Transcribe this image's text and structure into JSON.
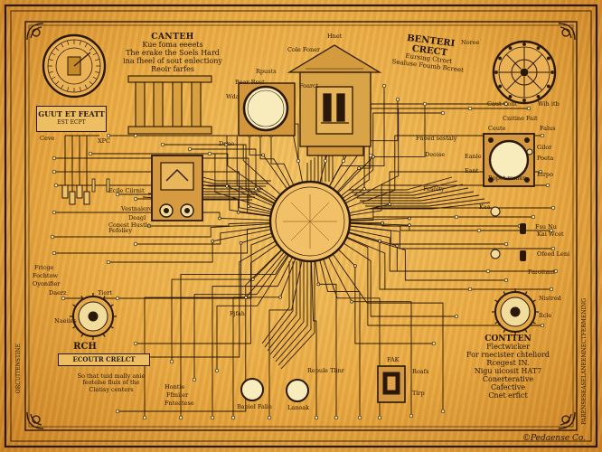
{
  "title_block": {
    "heading": "CANTEH",
    "lines": [
      "Kue foma eeeets",
      "The erake the Soels Hard",
      "ina fheel of sout enlectiony",
      "Reoir farfes"
    ]
  },
  "subtitle_block": {
    "heading": "BENTERI CRECT",
    "lines": [
      "Eursing Ctrort",
      "Sealuse Foumb Bcreet"
    ]
  },
  "left_plate": {
    "line1": "GUUT ET FEATT",
    "line2": "EST ECPT"
  },
  "bottom_left": {
    "heading": "RCH",
    "plate": "ECOUTR CRELCT",
    "lines": [
      "So that tuid mally anie",
      "feotelse fluix of the",
      "Clatisy centers"
    ]
  },
  "bottom_right": {
    "lines": [
      "CONTTEN",
      "Flectwicker",
      "For rnecister chteliord",
      "Rcegest IN.",
      "Nigu uicosit HAT7",
      "Conerterative",
      "Cafective",
      "Cnet erfict"
    ]
  },
  "labels": {
    "cole_foner": "Cole Foner",
    "hnet": "Hnet",
    "noree": "Noree",
    "rpusts": "Rpusts",
    "foarct": "Foarct",
    "bear_rsut": "Bear Rsut",
    "wda": "Wda",
    "xpc": "XPC",
    "deno": "Deno",
    "ecile_ciirnit": "Ecile Ciirnit",
    "qaut_cont": "Caut Cont",
    "wihitb": "Wih itb",
    "cnitine_fat": "Cnitine Fait",
    "ceute": "Ceute",
    "falus": "Falus",
    "fnoed_sestaly": "Fnoed sestaly",
    "deoise": "Deoise",
    "eanle": "Eanle",
    "gilor": "Gilor",
    "poeta": "Poeta",
    "eant": "Eant",
    "conest_hustle": "Conest Hustle",
    "bopet_ramen": "Bopet ramen",
    "fesolty": "Fesolty",
    "fefoliey": "Fefoliey",
    "elrpo": "Elrpo",
    "deagl": "Deagl",
    "fricge": "Fricge",
    "fochtow": "Fochtow",
    "oyonifier": "Oyonifier",
    "daerz": "Daerz",
    "tiert": "Tiert",
    "naeiies": "Naeiies",
    "fsu_nu": "Fsu Nu",
    "kai_wcet": "Kai Wcet",
    "ofeed_leni": "Ofeed Leni",
    "faroitant": "Faroitant",
    "nistred": "Nistred",
    "ilcle": "Ilcle",
    "hontie": "Hontie",
    "ffmiler": "Ffmiler",
    "fnteatese": "Fnteatese",
    "bapiel_falie": "Bapiel Falie",
    "repule_tlinr": "Repule Tlinr",
    "lanoak": "Lanoak",
    "fake": "FAK",
    "roafs": "Roafs",
    "tirp": "Tirp",
    "fjfah": "Fjfah",
    "vestnaiere": "Vestnaiere",
    "ceve": "Ceve",
    "kaa": "Kaa"
  },
  "vertical_left": "ORCUITENSTINE",
  "vertical_right": "PARENSESEASELANEEMNECTFERMENING",
  "signature": "©Pedaense Co."
}
